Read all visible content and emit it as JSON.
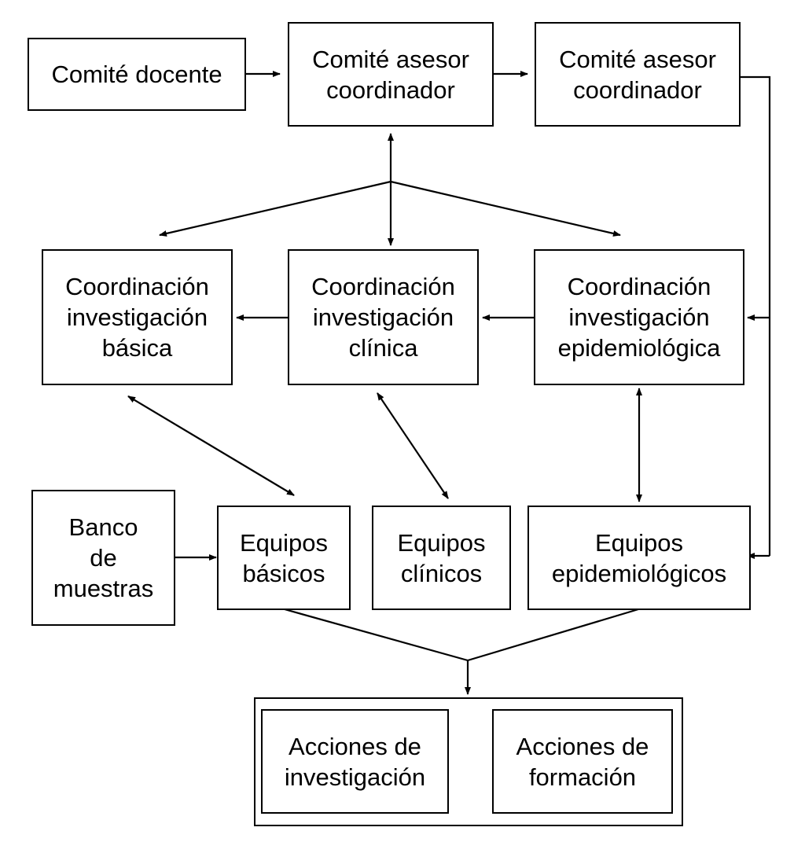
{
  "nodes": {
    "comite_docente": [
      "Comité docente"
    ],
    "comite_asesor_1": [
      "Comité asesor",
      "coordinador"
    ],
    "comite_asesor_2": [
      "Comité asesor",
      "coordinador"
    ],
    "coord_basica": [
      "Coordinación",
      "investigación",
      "básica"
    ],
    "coord_clinica": [
      "Coordinación",
      "investigación",
      "clínica"
    ],
    "coord_epidemiologica": [
      "Coordinación",
      "investigación",
      "epidemiológica"
    ],
    "banco_muestras": [
      "Banco",
      "de",
      "muestras"
    ],
    "equipos_basicos": [
      "Equipos",
      "básicos"
    ],
    "equipos_clinicos": [
      "Equipos",
      "clínicos"
    ],
    "equipos_epidemiologicos": [
      "Equipos",
      "epidemiológicos"
    ],
    "acciones_investigacion": [
      "Acciones de",
      "investigación"
    ],
    "acciones_formacion": [
      "Acciones de",
      "formación"
    ]
  },
  "colors": {
    "stroke": "#000000",
    "background": "#ffffff"
  }
}
